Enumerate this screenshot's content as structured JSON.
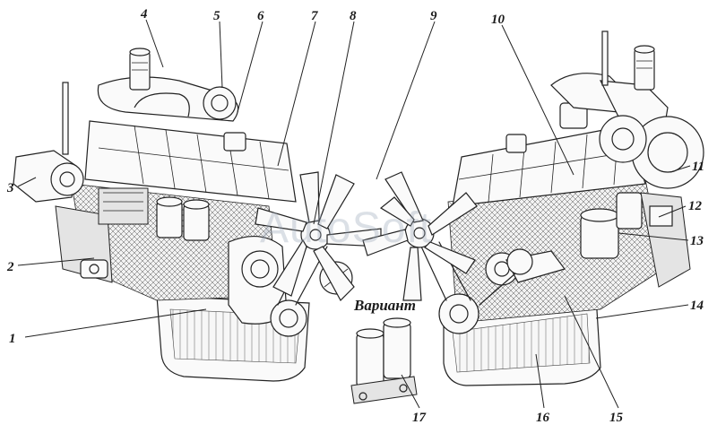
{
  "caption": "Вариант",
  "watermark": "AutoSoft",
  "labels": [
    "1",
    "2",
    "3",
    "4",
    "5",
    "6",
    "7",
    "8",
    "9",
    "10",
    "11",
    "12",
    "13",
    "14",
    "15",
    "16",
    "17"
  ]
}
